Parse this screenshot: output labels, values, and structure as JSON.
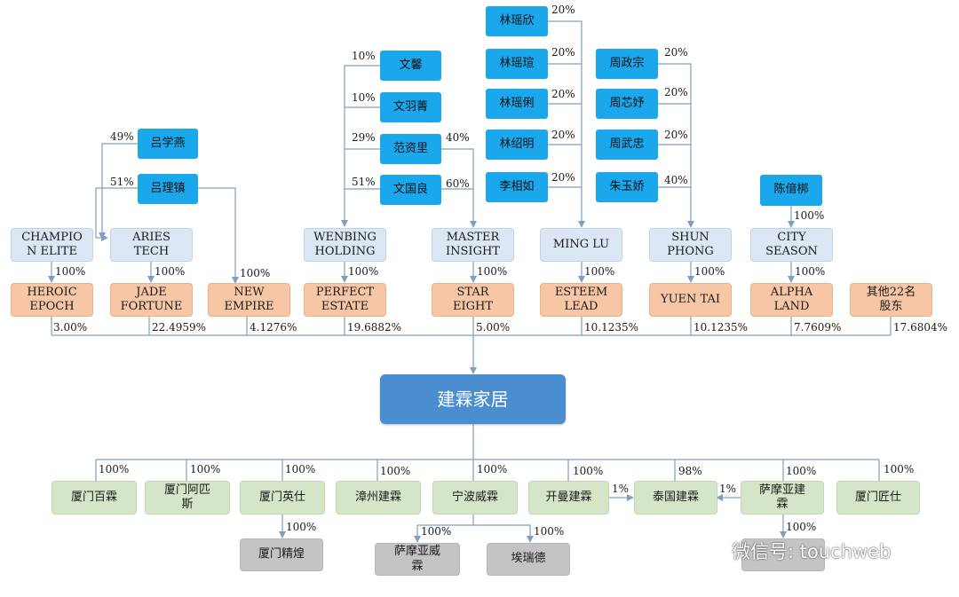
{
  "colors": {
    "person": "#1aa7ec",
    "holding": "#dbe7f4",
    "direct_shareholder": "#f7c6a5",
    "company": "#4a8ed0",
    "subsidiary": "#d4e6c7",
    "sub_subsidiary": "#c4c4c4",
    "connector": "#7f9fbf"
  },
  "individuals": {
    "lv_xueyan": "吕学燕",
    "lv_lizhen": "吕理镇",
    "wen_xin": "文馨",
    "wen_yujing": "文羽菁",
    "fan_ziliang": "范资里",
    "wen_guoliang": "文国良",
    "lin_yaoxin": "林瑶欣",
    "lin_yaoxuan": "林瑶瑄",
    "lin_yaoli": "林瑶俐",
    "lin_shaoming": "林绍明",
    "li_xiangru": "李相如",
    "zhou_zhengzong": "周政宗",
    "zhou_xinyu": "周芯妤",
    "zhou_wuzhong": "周武忠",
    "zhu_yujiao": "朱玉娇",
    "chen_peifeng": "陈偣梆"
  },
  "holding_companies": {
    "champion_elite": "CHAMPIO\nN ELITE",
    "aries_tech": "ARIES\nTECH",
    "wenbing_holding": "WENBING\nHOLDING",
    "master_insight": "MASTER\nINSIGHT",
    "ming_lu": "MING LU",
    "shun_phong": "SHUN\nPHONG",
    "city_season": "CITY\nSEASON"
  },
  "direct_shareholders": {
    "heroic_epoch": "HEROIC\nEPOCH",
    "jade_fortune": "JADE\nFORTUNE",
    "new_empire": "NEW\nEMPIRE",
    "perfect_estate": "PERFECT\nESTATE",
    "star_eight": "STAR\nEIGHT",
    "esteem_lead": "ESTEEM\nLEAD",
    "yuen_tai": "YUEN TAI",
    "alpha_land": "ALPHA\nLAND",
    "others": "其他22名\n股东"
  },
  "company": "建霖家居",
  "subsidiaries": {
    "xiamen_baixin": "厦门百霖",
    "xiamen_apis": "厦门阿匹\n斯",
    "xiamen_yingshi": "厦门英仕",
    "zhangzhou": "漳州建霖",
    "ningbo": "宁波威霖",
    "kaiman": "开曼建霖",
    "thailand": "泰国建霖",
    "samoa_jianlin": "萨摩亚建\n霖",
    "xiamen_jiangshi": "厦门匠仕",
    "xiamen_jinghuang": "厦门精煌",
    "samoa_weilin": "萨摩亚威\n霖",
    "airuide": "埃瑞德"
  },
  "percentages": {
    "p_lv_xueyan": "49%",
    "p_lv_lizhen": "51%",
    "p_wen_xin": "10%",
    "p_wen_yujing": "10%",
    "p_fan_ziliang_wb": "29%",
    "p_fan_ziliang_mi": "40%",
    "p_wen_guoliang_wb": "51%",
    "p_wen_guoliang_mi": "60%",
    "p_lin_yaoxin": "20%",
    "p_lin_yaoxuan": "20%",
    "p_lin_yaoli": "20%",
    "p_lin_shaoming": "20%",
    "p_li_xiangru": "20%",
    "p_zhou_zhengzong": "20%",
    "p_zhou_xinyu": "20%",
    "p_zhou_wuzhong": "20%",
    "p_zhu_yujiao": "40%",
    "p_chen_peifeng": "100%",
    "p_champion_heroic": "100%",
    "p_aries_jade": "100%",
    "p_lv_new_empire": "100%",
    "p_wenbing_perfect": "100%",
    "p_master_star": "100%",
    "p_minglu_esteem": "100%",
    "p_shun_yuen": "100%",
    "p_city_alpha": "100%",
    "s_heroic": "3.00%",
    "s_jade": "22.4959%",
    "s_new_empire": "4.1276%",
    "s_perfect": "19.6882%",
    "s_star": "5.00%",
    "s_esteem": "10.1235%",
    "s_yuen": "10.1235%",
    "s_alpha": "7.7609%",
    "s_others": "17.6804%",
    "sub_baixin": "100%",
    "sub_apis": "100%",
    "sub_yingshi": "100%",
    "sub_zhangzhou": "100%",
    "sub_ningbo": "100%",
    "sub_kaiman": "100%",
    "sub_thailand": "98%",
    "sub_samoa": "100%",
    "sub_jiangshi": "100%",
    "sub_kaiman_thailand": "1%",
    "sub_samoa_thailand": "1%",
    "sub_yingshi_jinghuang": "100%",
    "sub_ningbo_samoa_weilin": "100%",
    "sub_ningbo_airuide": "100%",
    "sub_samoa_child": "100%"
  },
  "watermark": {
    "icon": "wechat-icon",
    "text": "微信号: touchweb"
  }
}
